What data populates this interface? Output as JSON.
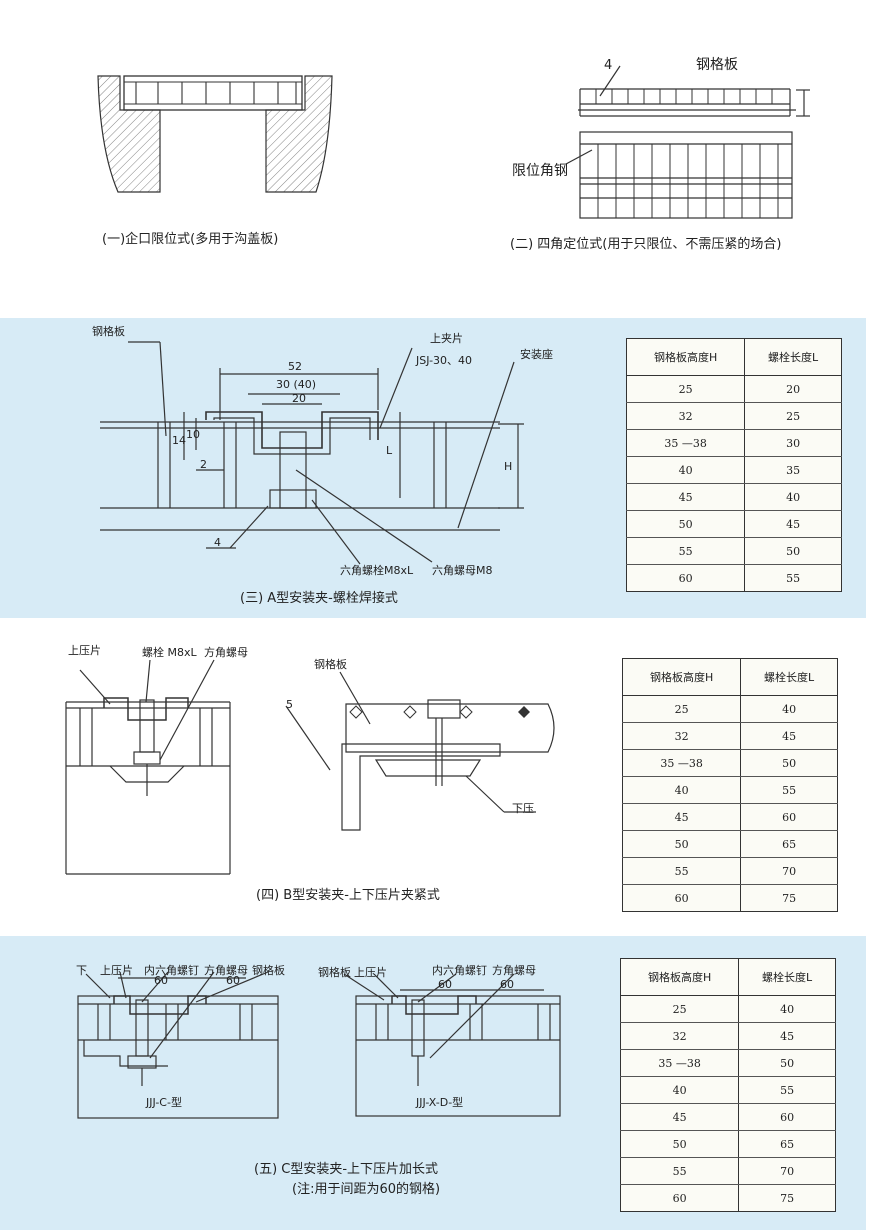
{
  "colors": {
    "panel_blue": "#d7ebf6",
    "line": "#333333",
    "table_bg": "#fbfbf5"
  },
  "section1": {
    "left_caption": "(一)企口限位式(多用于沟盖板)",
    "right_caption": "(二) 四角定位式(用于只限位、不需压紧的场合)",
    "label_weld": "4",
    "label_grating": "钢格板",
    "label_angle": "限位角钢"
  },
  "section2": {
    "caption": "(三)   A型安装夹-螺栓焊接式",
    "label_grating": "钢格板",
    "label_clip": "上夹片",
    "label_clip_model": "JSJ-30、40",
    "label_seat": "安装座",
    "dim_52": "52",
    "dim_30_40": "30 (40)",
    "dim_20": "20",
    "dim_14": "14",
    "dim_10": "10",
    "dim_2": "2",
    "dim_L": "L",
    "dim_H": "H",
    "label_weld": "4",
    "label_bolt": "六角螺栓M8xL",
    "label_nut": "六角螺母M8",
    "table": {
      "headers": [
        "钢格板高度H",
        "螺栓长度L"
      ],
      "rows": [
        [
          "25",
          "20"
        ],
        [
          "32",
          "25"
        ],
        [
          "35 —38",
          "30"
        ],
        [
          "40",
          "35"
        ],
        [
          "45",
          "40"
        ],
        [
          "50",
          "45"
        ],
        [
          "55",
          "50"
        ],
        [
          "60",
          "55"
        ]
      ]
    }
  },
  "section3": {
    "caption": "(四)   B型安装夹-上下压片夹紧式",
    "label_upper": "上压片",
    "label_bolt": "螺栓 M8xL",
    "label_nut": "方角螺母",
    "label_grating": "钢格板",
    "label_5": "5",
    "label_lower": "下压",
    "table": {
      "headers": [
        "钢格板高度H",
        "螺栓长度L"
      ],
      "rows": [
        [
          "25",
          "40"
        ],
        [
          "32",
          "45"
        ],
        [
          "35 —38",
          "50"
        ],
        [
          "40",
          "55"
        ],
        [
          "45",
          "60"
        ],
        [
          "50",
          "65"
        ],
        [
          "55",
          "70"
        ],
        [
          "60",
          "75"
        ]
      ]
    }
  },
  "section4": {
    "caption_line1": "(五)   C型安装夹-上下压片加长式",
    "caption_line2": "(注:用于间距为60的钢格)",
    "left": {
      "label_down": "下",
      "label_upper": "上压片",
      "label_screw": "内六角螺钉",
      "label_nut": "方角螺母",
      "label_grating": "钢格板",
      "dim_a": "60",
      "dim_b": "60",
      "model": "JJJ-C-型"
    },
    "right": {
      "label_grating": "钢格板",
      "label_upper": "上压片",
      "label_screw": "内六角螺钉",
      "label_nut": "方角螺母",
      "dim_a": "60",
      "dim_b": "60",
      "model": "JJJ-X-D-型"
    },
    "table": {
      "headers": [
        "钢格板高度H",
        "螺栓长度L"
      ],
      "rows": [
        [
          "25",
          "40"
        ],
        [
          "32",
          "45"
        ],
        [
          "35 —38",
          "50"
        ],
        [
          "40",
          "55"
        ],
        [
          "45",
          "60"
        ],
        [
          "50",
          "65"
        ],
        [
          "55",
          "70"
        ],
        [
          "60",
          "75"
        ]
      ]
    }
  }
}
